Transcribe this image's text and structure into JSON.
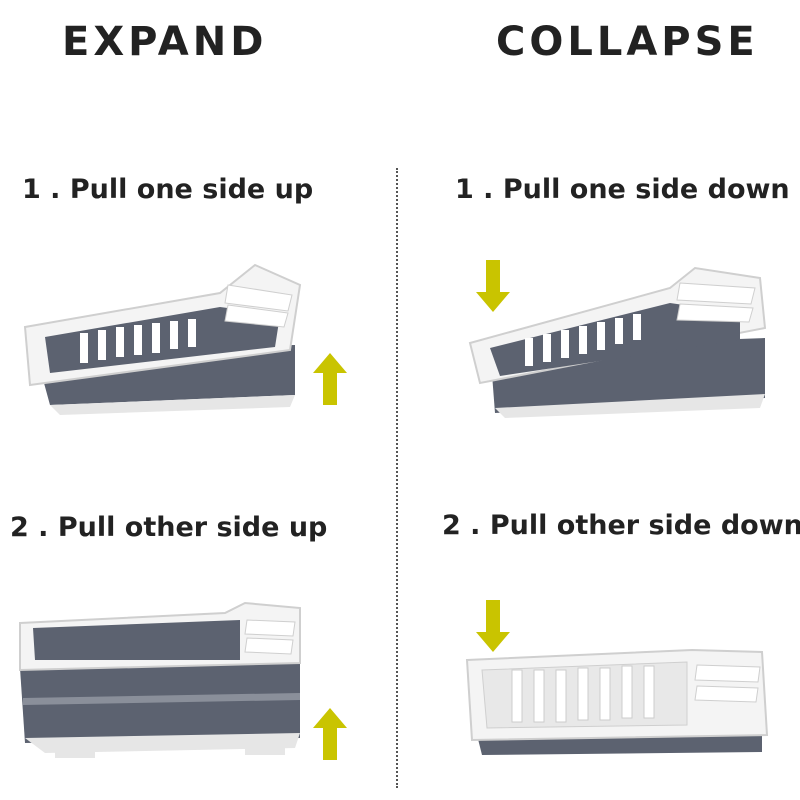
{
  "headings": {
    "expand": "EXPAND",
    "collapse": "COLLAPSE"
  },
  "steps": {
    "expand_1": "1 . Pull one side up",
    "collapse_1": "1 . Pull one side down",
    "expand_2": "2 . Pull other side up",
    "collapse_2": "2 . Pull other side down"
  },
  "colors": {
    "arrow": "#c9c400",
    "rack_white": "#f2f2f2",
    "rack_gray": "#5c6270",
    "text": "#222222"
  },
  "icons": {
    "up_arrow": "arrow-up-icon",
    "down_arrow": "arrow-down-icon"
  }
}
